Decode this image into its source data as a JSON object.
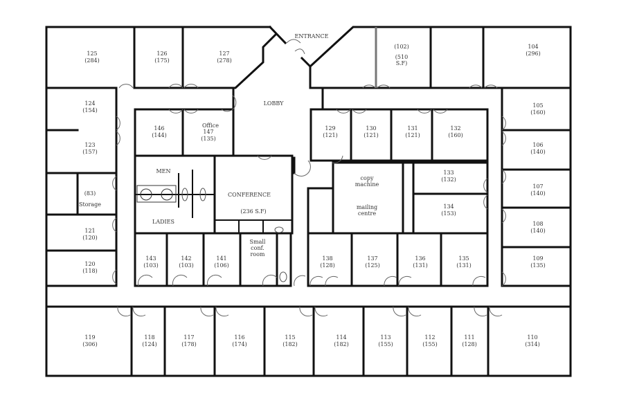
{
  "labels": {
    "entrance": "ENTRANCE",
    "lobby": "LOBBY",
    "men": "MEN",
    "ladies": "LADIES",
    "conference": "CONFERENCE",
    "conference_area": "(236 S.F)",
    "copy_machine_1": "copy",
    "copy_machine_2": "machine",
    "mailing_1": "mailing",
    "mailing_2": "centre",
    "small_conf_1": "Small",
    "small_conf_2": "conf.",
    "small_conf_3": "room",
    "storage": "Storage",
    "storage_area": "(83)",
    "office_147_title": "Office",
    "suite_102_num": "(102)",
    "suite_102_area_1": "(510",
    "suite_102_area_2": "S.F)"
  },
  "rooms": {
    "r125": {
      "number": "125",
      "area": "(284)"
    },
    "r126": {
      "number": "126",
      "area": "(175)"
    },
    "r127": {
      "number": "127",
      "area": "(278)"
    },
    "r124": {
      "number": "124",
      "area": "(154)"
    },
    "r123": {
      "number": "123",
      "area": "(157)"
    },
    "r121": {
      "number": "121",
      "area": "(120)"
    },
    "r120": {
      "number": "120",
      "area": "(118)"
    },
    "r146": {
      "number": "146",
      "area": "(144)"
    },
    "r147": {
      "number": "147",
      "area": "(135)"
    },
    "r143": {
      "number": "143",
      "area": "(103)"
    },
    "r142": {
      "number": "142",
      "area": "(103)"
    },
    "r141": {
      "number": "141",
      "area": "(106)"
    },
    "r129": {
      "number": "129",
      "area": "(121)"
    },
    "r130": {
      "number": "130",
      "area": "(121)"
    },
    "r131": {
      "number": "131",
      "area": "(121)"
    },
    "r132": {
      "number": "132",
      "area": "(160)"
    },
    "r133": {
      "number": "133",
      "area": "(132)"
    },
    "r134": {
      "number": "134",
      "area": "(153)"
    },
    "r138": {
      "number": "138",
      "area": "(128)"
    },
    "r137": {
      "number": "137",
      "area": "(125)"
    },
    "r136": {
      "number": "136",
      "area": "(131)"
    },
    "r135": {
      "number": "135",
      "area": "(131)"
    },
    "r104": {
      "number": "104",
      "area": "(296)"
    },
    "r105": {
      "number": "105",
      "area": "(160)"
    },
    "r106": {
      "number": "106",
      "area": "(140)"
    },
    "r107": {
      "number": "107",
      "area": "(140)"
    },
    "r108": {
      "number": "108",
      "area": "(140)"
    },
    "r109": {
      "number": "109",
      "area": "(135)"
    },
    "r119": {
      "number": "119",
      "area": "(306)"
    },
    "r118": {
      "number": "118",
      "area": "(124)"
    },
    "r117": {
      "number": "117",
      "area": "(178)"
    },
    "r116": {
      "number": "116",
      "area": "(174)"
    },
    "r115": {
      "number": "115",
      "area": "(182)"
    },
    "r114": {
      "number": "114",
      "area": "(182)"
    },
    "r113": {
      "number": "113",
      "area": "(155)"
    },
    "r112": {
      "number": "112",
      "area": "(155)"
    },
    "r111": {
      "number": "111",
      "area": "(128)"
    },
    "r110": {
      "number": "110",
      "area": "(314)"
    }
  }
}
